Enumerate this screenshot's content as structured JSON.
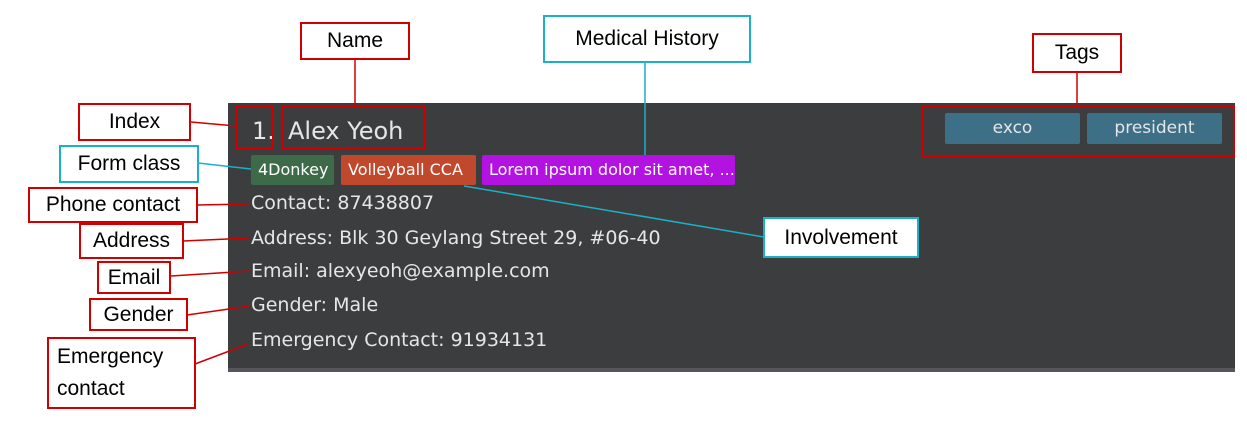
{
  "card": {
    "index": "1.",
    "name": "Alex Yeoh",
    "form_class": "4Donkey",
    "involvement": "Volleyball CCA",
    "medical_history": "Lorem ipsum dolor sit amet, ...",
    "contact": "Contact: 87438807",
    "address": "Address: Blk 30 Geylang Street 29, #06-40",
    "email": "Email: alexyeoh@example.com",
    "gender": "Gender: Male",
    "emergency": "Emergency Contact: 91934131",
    "tags": [
      "exco",
      "president"
    ]
  },
  "labels": {
    "name": "Name",
    "medical_history": "Medical History",
    "tags": "Tags",
    "index": "Index",
    "form_class": "Form class",
    "phone_contact": "Phone contact",
    "address": "Address",
    "email": "Email",
    "gender": "Gender",
    "emergency_contact": "Emergency contact",
    "involvement": "Involvement"
  },
  "colors": {
    "card_bg": "#3c3d3f",
    "form_chip": "#3d6b4a",
    "involvement_chip": "#c0492d",
    "medical_chip": "#b313e0",
    "tag_chip": "#3d6f86",
    "red_callout": "#d00000",
    "cyan_callout": "#1bb0c8"
  }
}
